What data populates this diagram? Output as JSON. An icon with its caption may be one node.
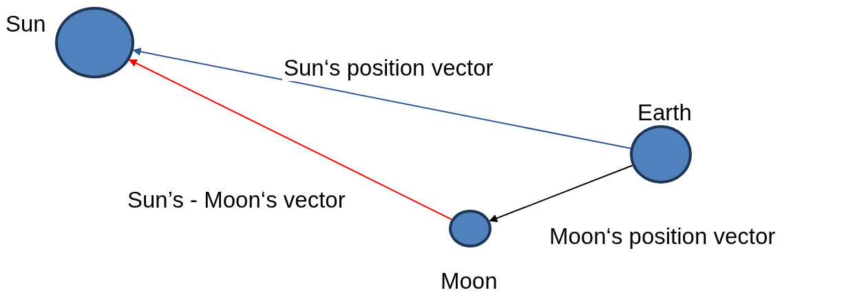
{
  "diagram": {
    "nodes": [
      {
        "text": [
          "Sun"
        ]
      },
      {
        "text": [
          "Earth"
        ]
      },
      {
        "text": [
          "Moon"
        ]
      }
    ],
    "edges": [
      {
        "from": 1,
        "to": 0,
        "arrow": "to",
        "label": "Sun‘s position vector",
        "color": "#2f5597"
      },
      {
        "from": 1,
        "to": 2,
        "arrow": "to",
        "label": "Moon‘s position vector",
        "color": "#000000"
      },
      {
        "from": 2,
        "to": 0,
        "arrow": "to",
        "label": "Sun’s - Moon‘s vector",
        "color": "#ff0000"
      }
    ]
  }
}
